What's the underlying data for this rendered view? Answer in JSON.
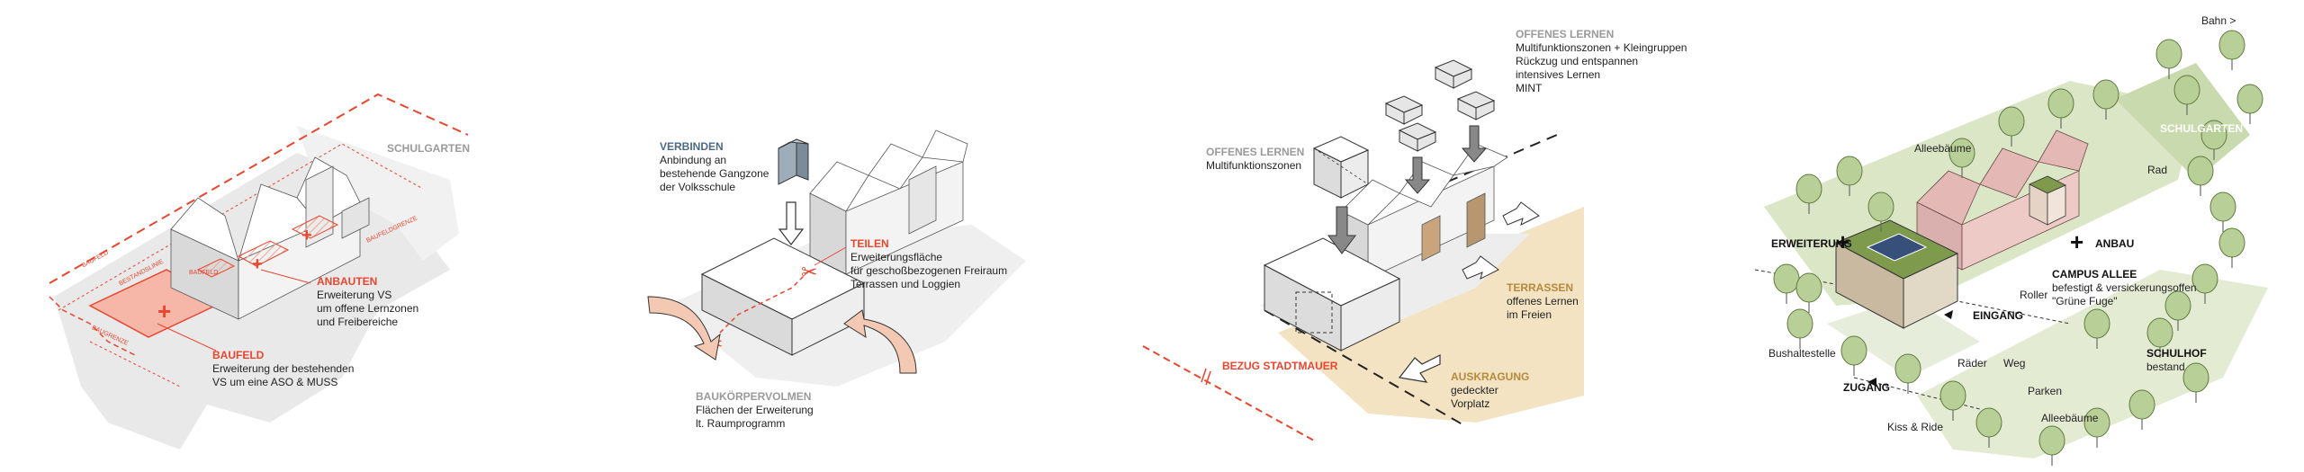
{
  "panel1": {
    "schulgarten": "SCHULGARTEN",
    "anbauten_title": "ANBAUTEN",
    "anbauten_lines": [
      "Erweiterung VS",
      "um offene Lernzonen",
      "und Freibereiche"
    ],
    "baufeld_title": "BAUFELD",
    "baufeld_lines": [
      "Erweiterung der bestehenden",
      "VS um eine ASO & MUSS"
    ],
    "small_labels": [
      "BAUFELD",
      "BESTANDSLINIE",
      "BAUFELDGRENZE",
      "BAUGRENZE",
      "BAUFELD"
    ],
    "accent": "#e8462f"
  },
  "panel2": {
    "verbinden_title": "VERBINDEN",
    "verbinden_lines": [
      "Anbindung an",
      "bestehende Gangzone",
      "der Volksschule"
    ],
    "teilen_title": "TEILEN",
    "teilen_lines": [
      "Erweiterungsfläche",
      "für geschoßbezogenen Freiraum",
      "Terrassen und Loggien"
    ],
    "baukoerper_title": "BAUKÖRPERVOLMEN",
    "baukoerper_lines": [
      "Flächen der Erweiterung",
      "lt. Raumprogramm"
    ],
    "accent": "#e8462f",
    "arrow_color": "#f4c9b4"
  },
  "panel3": {
    "offenes1_title": "OFFENES LERNEN",
    "offenes1_lines": [
      "Multifunktionszonen"
    ],
    "offenes2_title": "OFFENES LERNEN",
    "offenes2_lines": [
      "Multifunktionszonen + Kleingruppen",
      "Rückzug und entspannen",
      "intensives Lernen",
      "MINT"
    ],
    "terrassen_title": "TERRASSEN",
    "terrassen_lines": [
      "offenes Lernen",
      "im Freien"
    ],
    "auskragung_title": "AUSKRAGUNG",
    "auskragung_lines": [
      "gedeckter",
      "Vorplatz"
    ],
    "stadtmauer": "BEZUG STADTMAUER",
    "ground_color": "#f3e3c3"
  },
  "panel4": {
    "bahn": "Bahn >",
    "schulgarten": "SCHULGARTEN",
    "alleebaeume_top": "Alleebäume",
    "rad": "Rad",
    "erweiterung": "ERWEITERUNG",
    "anbau": "ANBAU",
    "campus_title": "CAMPUS ALLEE",
    "campus_lines": [
      "befestigt & versickerungsoffen",
      "\"Grüne Fuge\""
    ],
    "eingang": "EINGANG",
    "roller": "Roller",
    "raeder": "Räder",
    "weg": "Weg",
    "bushaltestelle": "Bushaltestelle",
    "zugang": "ZUGANG",
    "schulhof_title": "SCHULHOF",
    "schulhof_lines": [
      "bestand"
    ],
    "parken": "Parken",
    "kiss_ride": "Kiss & Ride",
    "alleebaeume_bottom": "Alleebäume",
    "tree_color": "#b9cf98",
    "roof_color": "#e4b9b5",
    "green_roof_color": "#7e9b4d"
  }
}
